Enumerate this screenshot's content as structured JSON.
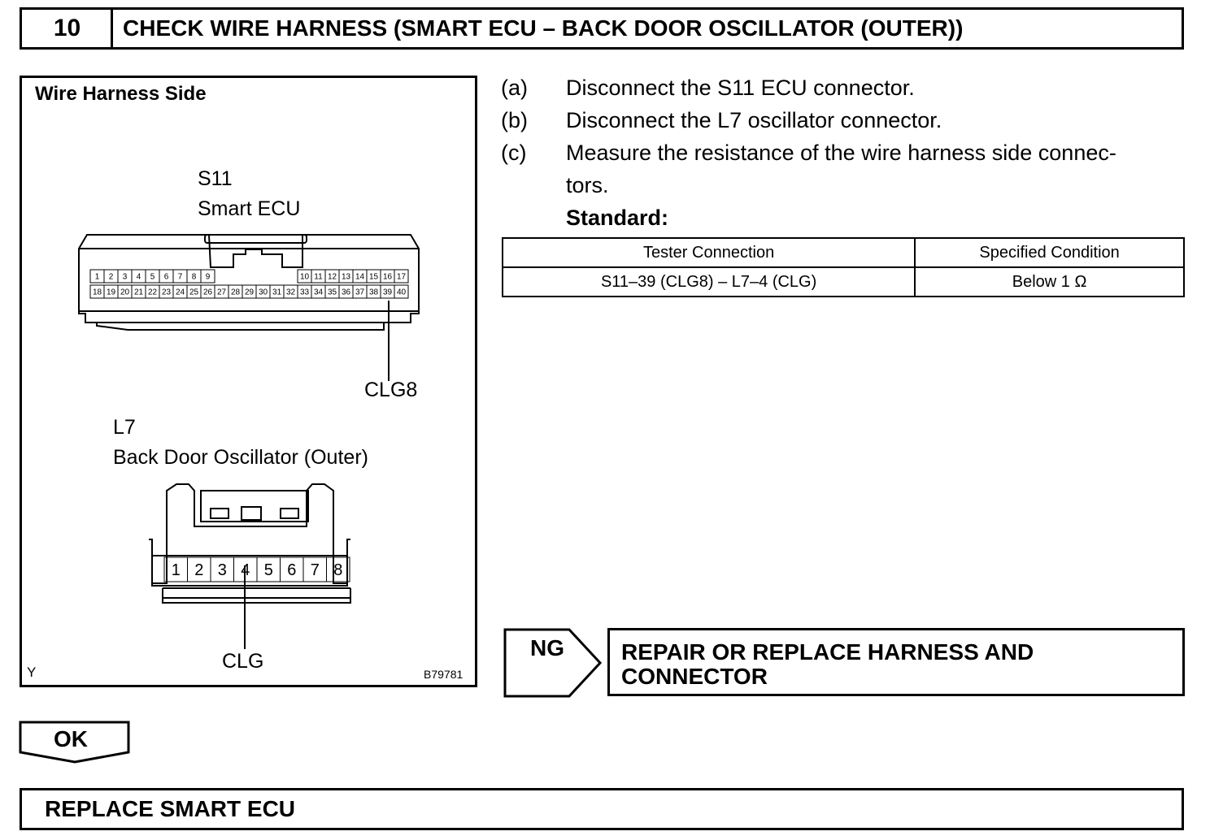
{
  "header": {
    "step_number": "10",
    "title": "CHECK WIRE HARNESS (SMART ECU – BACK DOOR OSCILLATOR (OUTER))"
  },
  "figure": {
    "title": "Wire Harness Side",
    "connector_s11": {
      "code": "S11",
      "name": "Smart ECU",
      "pins_top_left": [
        "1",
        "2",
        "3",
        "4",
        "5",
        "6",
        "7",
        "8",
        "9"
      ],
      "pins_top_right": [
        "10",
        "11",
        "12",
        "13",
        "14",
        "15",
        "16",
        "17"
      ],
      "pins_bottom": [
        "18",
        "19",
        "20",
        "21",
        "22",
        "23",
        "24",
        "25",
        "26",
        "27",
        "28",
        "29",
        "30",
        "31",
        "32",
        "33",
        "34",
        "35",
        "36",
        "37",
        "38",
        "39",
        "40"
      ],
      "callout": "CLG8"
    },
    "connector_l7": {
      "code": "L7",
      "name": "Back Door Oscillator (Outer)",
      "pins": [
        "1",
        "2",
        "3",
        "4",
        "5",
        "6",
        "7",
        "8"
      ],
      "callout": "CLG"
    },
    "corner_left": "Y",
    "figure_id": "B79781"
  },
  "steps": [
    {
      "label": "(a)",
      "text": "Disconnect the S11 ECU connector."
    },
    {
      "label": "(b)",
      "text": "Disconnect the L7 oscillator connector."
    },
    {
      "label": "(c)",
      "text": "Measure the resistance of the wire harness side connec-tors."
    }
  ],
  "standard_label": "Standard:",
  "spec_table": {
    "headers": [
      "Tester Connection",
      "Specified Condition"
    ],
    "rows": [
      [
        "S11–39 (CLG8) – L7–4 (CLG)",
        "Below 1 Ω"
      ]
    ]
  },
  "ng": {
    "label": "NG",
    "action_line1": "REPAIR OR REPLACE HARNESS AND",
    "action_line2": "CONNECTOR"
  },
  "ok": {
    "label": "OK",
    "action": "REPLACE SMART ECU"
  }
}
